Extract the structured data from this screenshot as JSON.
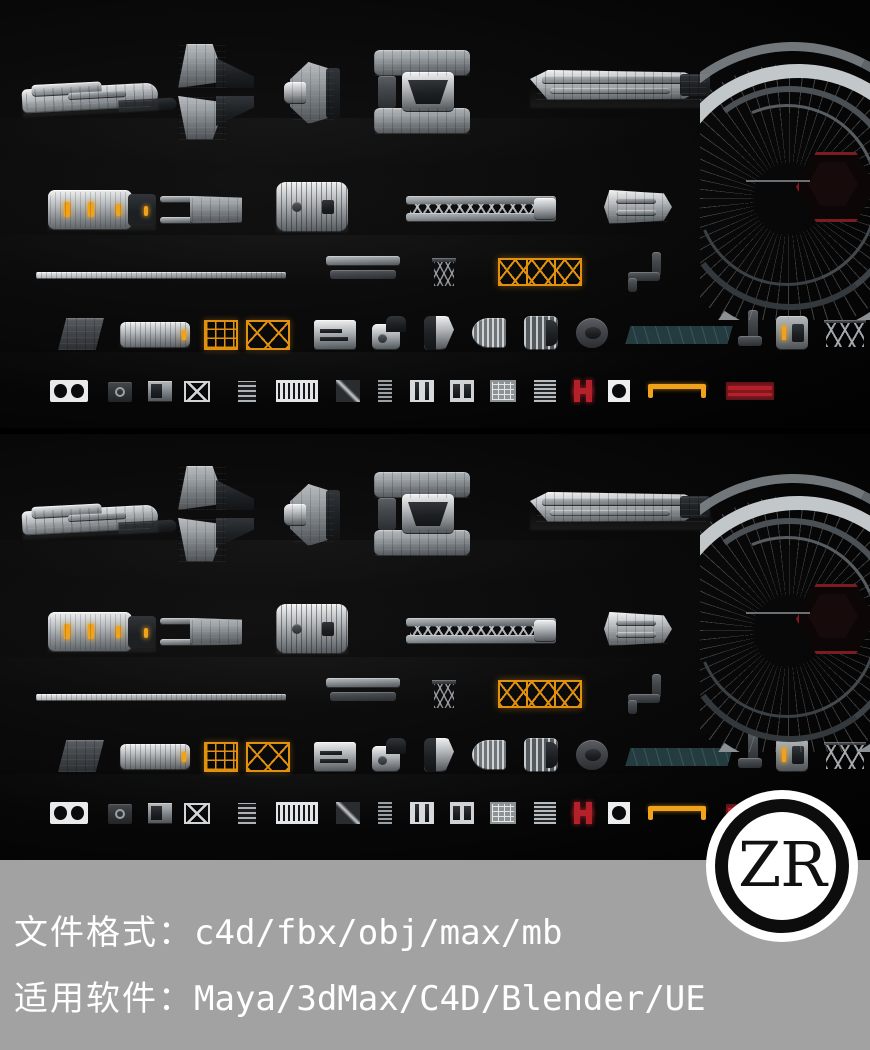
{
  "caption": {
    "line1_label": "文件格式：",
    "line1_value": "c4d/fbx/obj/max/mb",
    "line2_label": "适用软件：",
    "line2_value": "Maya/3dMax/C4D/Blender/UE",
    "background_color": "#a2a2a2",
    "text_color": "#ffffff"
  },
  "watermark": {
    "text": "ZR",
    "shape": "circle-badge",
    "ring_color": "#0d0d0d",
    "fill_color": "#ffffff",
    "letter_color": "#111111"
  },
  "scene": {
    "title": "Sci-Fi Spaceship Kitbash Asset Sheet",
    "background_color": "#000000",
    "panel_count": 2,
    "panel_note": "two identical render sheets stacked vertically",
    "accent_colors": {
      "metal": "#d9dbdd",
      "amber": "#f0a31a",
      "red": "#b4212a",
      "teal": "#2d484c",
      "dark_metal": "#44484c"
    }
  },
  "rows": [
    {
      "name": "row-hero-ships",
      "items": [
        "cylindrical-gunship",
        "split-wing-fighter",
        "command-pod",
        "twin-hull-frame",
        "large-capital-cruiser",
        "ring-station-gate"
      ]
    },
    {
      "name": "row-modules",
      "items": [
        "cargo-container-amber",
        "fork-clamp-arm",
        "reactor-drum",
        "truss-gantry-beam",
        "escort-frigate",
        "ring-station-gate"
      ]
    },
    {
      "name": "row-beams",
      "items": [
        "long-rail-beam",
        "hull-plate-strip",
        "lattice-pylon",
        "orange-truss-crate",
        "bent-conduit-pipe"
      ]
    },
    {
      "name": "row-small-parts",
      "items": [
        "angled-solar-panel",
        "fuel-tank-cylinder",
        "orange-cage-a",
        "orange-cage-b",
        "vent-block",
        "sensor-pod",
        "scoop-shell",
        "turbine-cone",
        "thruster-nozzle",
        "dish-emitter",
        "teal-hex-mesh",
        "crane-arm",
        "engine-block",
        "antenna-rig"
      ]
    },
    {
      "name": "row-greebles",
      "items": [
        "dual-port-panel",
        "socket-plate",
        "hatch-panel",
        "x-brace-panel",
        "grille-stack",
        "vent-bank",
        "diagonal-slat",
        "ladder-rung",
        "dual-bar",
        "window-plate",
        "grid-panel",
        "louvre-panel",
        "red-clamp",
        "white-port",
        "amber-handle",
        "red-strip",
        "label-decal",
        "red-bar",
        "lens-pod",
        "half-dome",
        "dial-pod",
        "amber-hooks"
      ]
    }
  ]
}
